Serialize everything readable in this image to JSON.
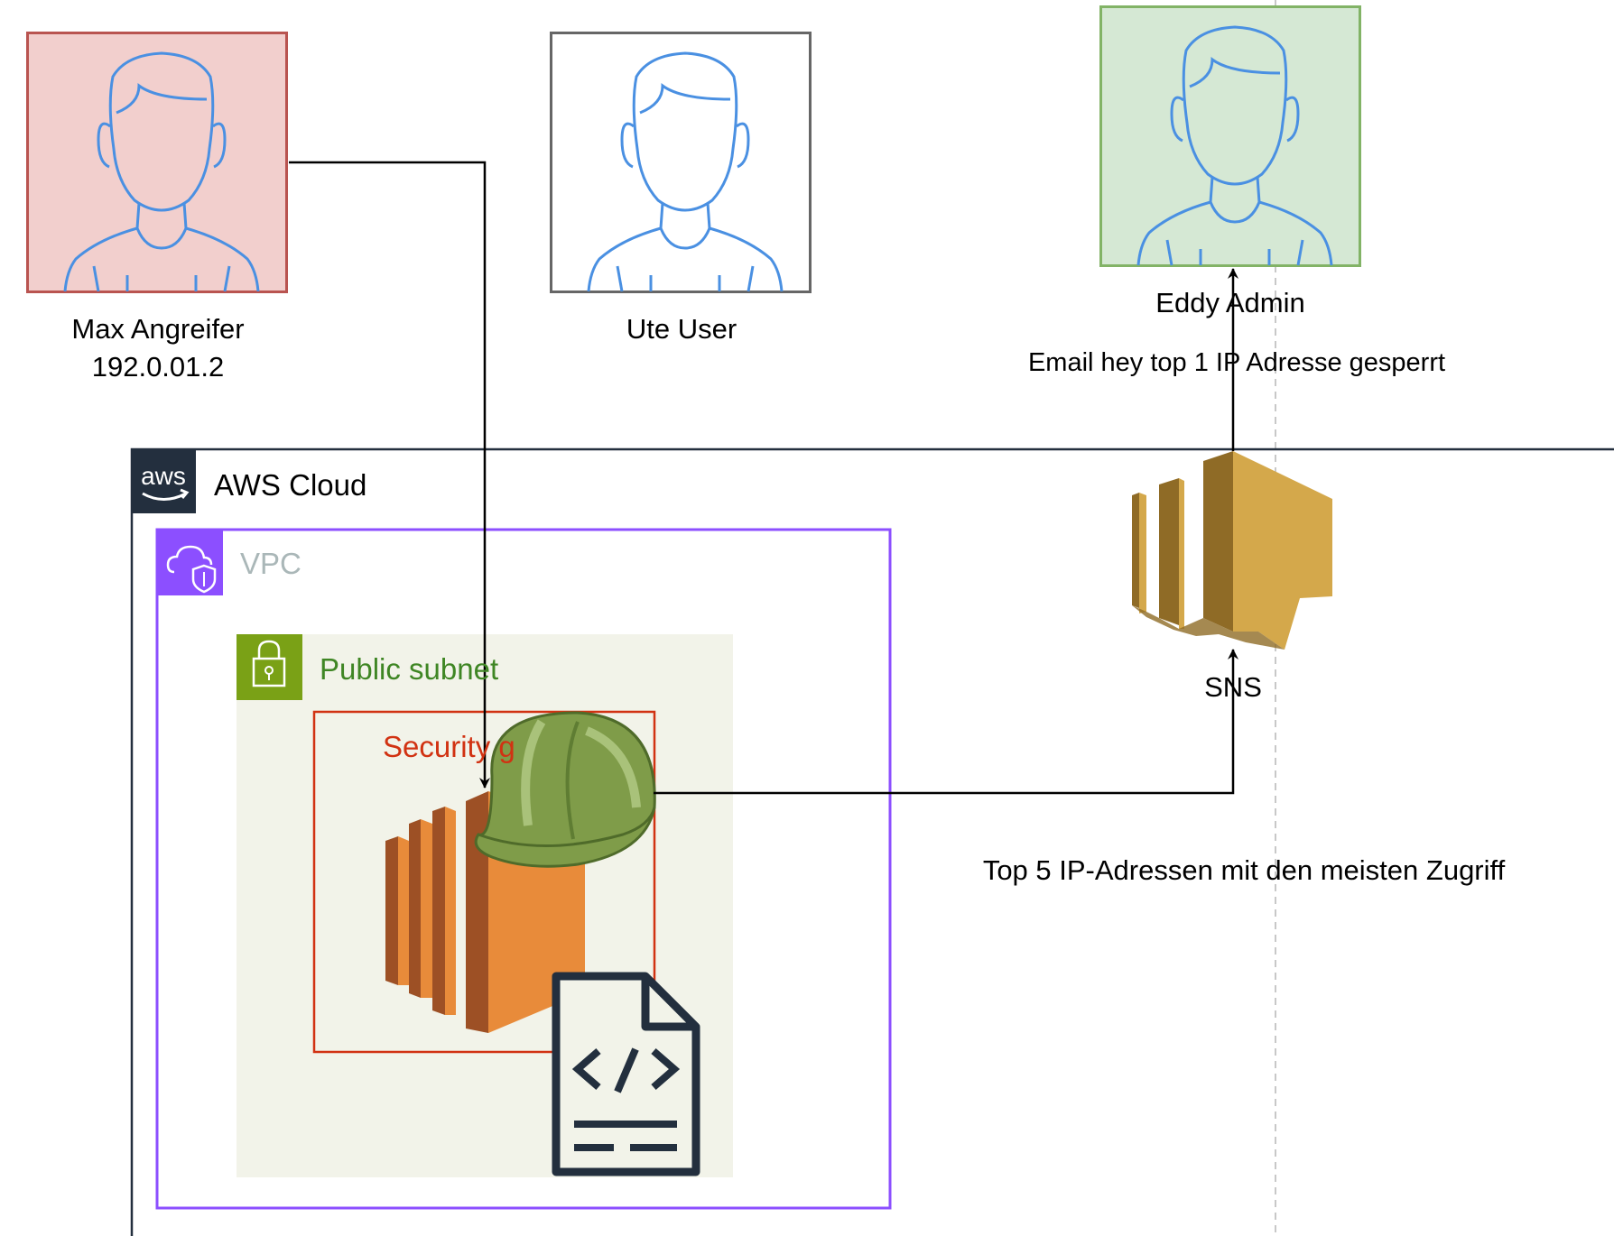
{
  "users": {
    "attacker": {
      "name": "Max Angreifer",
      "ip": "192.0.01.2",
      "fill": "#f2cfcd",
      "stroke": "#b95450"
    },
    "user": {
      "name": "Ute User",
      "fill": "#ffffff",
      "stroke": "#666666"
    },
    "admin": {
      "name": "Eddy Admin",
      "fill": "#d5e8d4",
      "stroke": "#82b366"
    }
  },
  "aws_cloud": {
    "label": "AWS Cloud",
    "logo_text": "aws",
    "icon": "aws-logo-icon"
  },
  "vpc": {
    "label": "VPC",
    "color": "#8c4fff",
    "icon": "vpc-cloud-shield-icon"
  },
  "public_subnet": {
    "label": "Public subnet",
    "color": "#7aa116",
    "text_color": "#3f8624",
    "fill": "#f2f3e9",
    "icon": "padlock-icon"
  },
  "security_group": {
    "label": "Security group",
    "visible_label": "Security g",
    "color": "#d13212"
  },
  "services": {
    "ec2": {
      "icon": "ec2-instance-icon",
      "color": "#e88b3a"
    },
    "helmet": {
      "icon": "hardhat-icon",
      "color": "#7f9c49"
    },
    "script": {
      "icon": "code-file-icon",
      "color": "#232f3e"
    },
    "sns": {
      "label": "SNS",
      "icon": "sns-icon",
      "color": "#d4a84b"
    }
  },
  "edges": {
    "to_sns": {
      "label": "Top 5 IP-Adressen mit den meisten Zugriff"
    },
    "to_admin": {
      "label": "Email hey top 1 IP Adresse gesperrt"
    }
  }
}
